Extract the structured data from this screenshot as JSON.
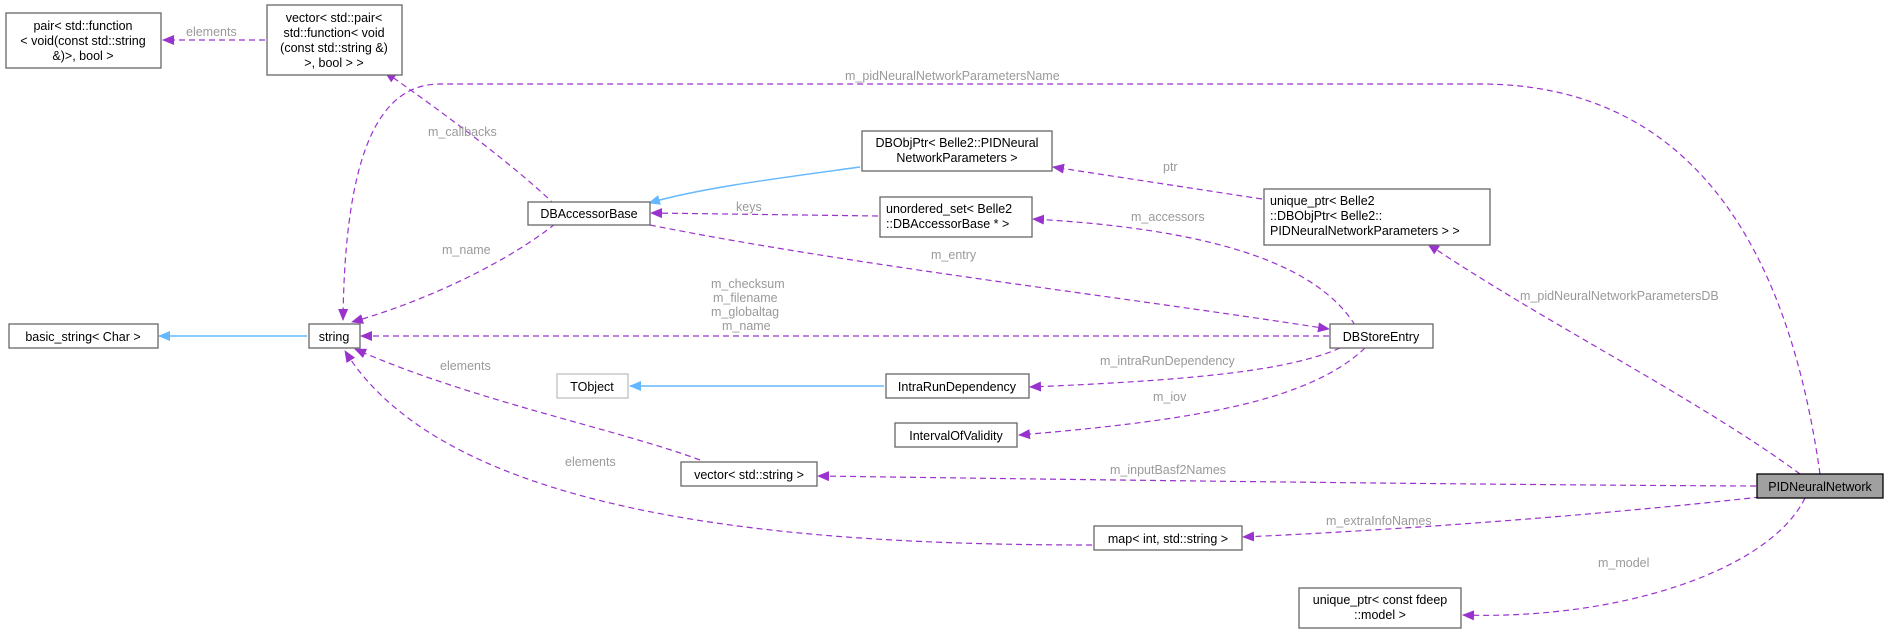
{
  "colors": {
    "dependency": "#9a32cd",
    "inheritance": "#63b8ff",
    "label": "#9a9a9a",
    "focus_fill": "#a0a0a0"
  },
  "nodes": {
    "pair_function": [
      "pair< std::function",
      "< void(const std::string",
      "&)>, bool >"
    ],
    "vector_pair": [
      "vector< std::pair<",
      "std::function< void",
      "(const std::string &)",
      ">, bool > >"
    ],
    "dbobjptr": [
      "DBObjPtr< Belle2::PIDNeural",
      "NetworkParameters >"
    ],
    "unique_ptr_dbobj": [
      "unique_ptr< Belle2",
      "::DBObjPtr< Belle2::",
      "PIDNeuralNetworkParameters > >"
    ],
    "dbaccessorbase": [
      "DBAccessorBase"
    ],
    "unordered_set": [
      "unordered_set< Belle2",
      "::DBAccessorBase * >"
    ],
    "basic_string": [
      "basic_string< Char >"
    ],
    "string": [
      "string"
    ],
    "dbstoreentry": [
      "DBStoreEntry"
    ],
    "tobject": [
      "TObject"
    ],
    "intrarundependency": [
      "IntraRunDependency"
    ],
    "intervalofvalidity": [
      "IntervalOfValidity"
    ],
    "vector_string": [
      "vector< std::string >"
    ],
    "pidneuralnetwork": [
      "PIDNeuralNetwork"
    ],
    "map_int_string": [
      "map< int, std::string >"
    ],
    "unique_ptr_model": [
      "unique_ptr< const fdeep",
      "::model >"
    ]
  },
  "edge_labels": {
    "elements_pair": "elements",
    "callbacks": "m_callbacks",
    "param_name": "m_pidNeuralNetworkParametersName",
    "ptr": "ptr",
    "keys": "keys",
    "accessors": "m_accessors",
    "m_name": "m_name",
    "entry": "m_entry",
    "string_members": [
      "m_checksum",
      "m_filename",
      "m_globaltag",
      "m_name"
    ],
    "paramsdb": "m_pidNeuralNetworkParametersDB",
    "intrarun": "m_intraRunDependency",
    "iov": "m_iov",
    "elements_vec": "elements",
    "elements_map": "elements",
    "input_names": "m_inputBasf2Names",
    "extra_names": "m_extraInfoNames",
    "model": "m_model"
  }
}
